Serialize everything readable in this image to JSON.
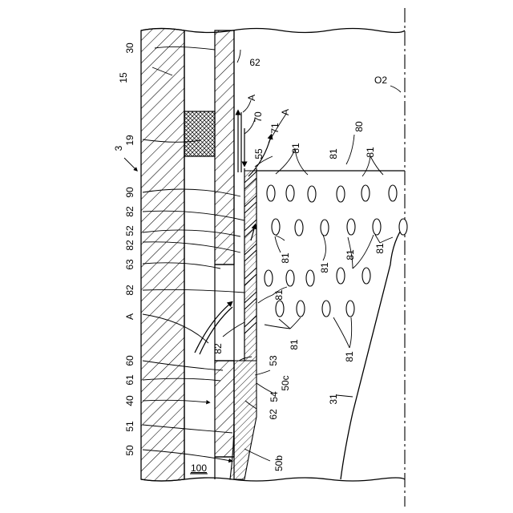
{
  "figure": {
    "labels": {
      "n30": "30",
      "n15": "15",
      "n62_top": "62",
      "o2": "O2",
      "n19": "19",
      "n3": "3",
      "a_top1": "A",
      "a_top2": "A",
      "n70": "70",
      "n71": "71",
      "n55": "55",
      "n80": "80",
      "n81_a": "81",
      "n81_b": "81",
      "n81_c": "81",
      "n90": "90",
      "n82_a": "82",
      "n52": "52",
      "n82_b": "82",
      "n63": "63",
      "n81_d": "81",
      "n81_e": "81",
      "n81_f": "81",
      "n81_g": "81",
      "n82_c": "82",
      "n81_h": "81",
      "a_left": "A",
      "n82_d": "82",
      "n81_i": "81",
      "n81_j": "81",
      "n60": "60",
      "n53": "53",
      "n61": "61",
      "n50c": "50c",
      "n54": "54",
      "n40": "40",
      "n62_low": "62",
      "n31": "31",
      "n51": "51",
      "n50": "50",
      "n100": "100",
      "n50b": "50b"
    }
  }
}
